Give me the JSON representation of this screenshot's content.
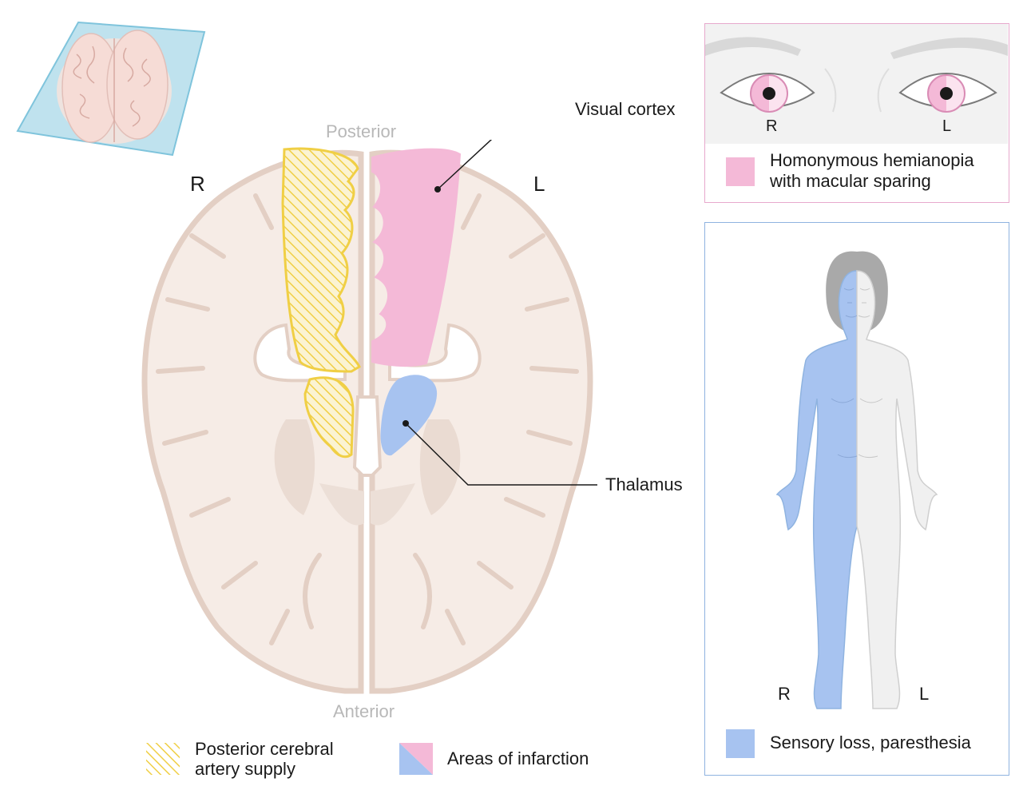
{
  "brain": {
    "posterior": "Posterior",
    "anterior": "Anterior",
    "right": "R",
    "left": "L"
  },
  "callouts": {
    "visual_cortex": "Visual cortex",
    "thalamus": "Thalamus"
  },
  "eyes_panel": {
    "right": "R",
    "left": "L",
    "legend_line1": "Homonymous hemianopia",
    "legend_line2": "with macular sparing"
  },
  "body_panel": {
    "right": "R",
    "left": "L",
    "legend": "Sensory loss, paresthesia"
  },
  "legend": {
    "pca_line1": "Posterior cerebral",
    "pca_line2": "artery supply",
    "infarction": "Areas of infarction"
  },
  "colors": {
    "pink": "#f4b9d7",
    "blue": "#a7c3f0",
    "yellow_hatch": "#f0cf45",
    "brain_tissue": "#f6ece6",
    "brain_outline": "#e3cfc4"
  }
}
